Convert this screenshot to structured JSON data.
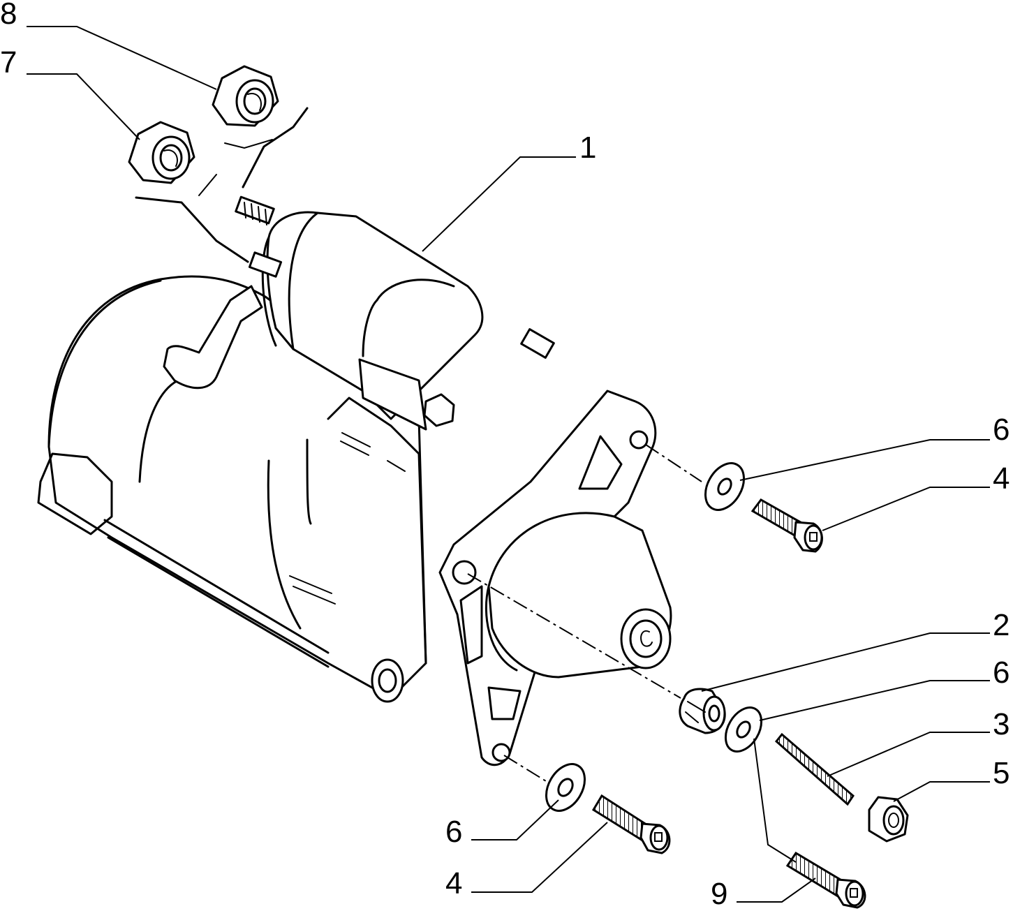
{
  "callouts": [
    {
      "id": "c8",
      "label": "8"
    },
    {
      "id": "c7",
      "label": "7"
    },
    {
      "id": "c1",
      "label": "1"
    },
    {
      "id": "c6a",
      "label": "6"
    },
    {
      "id": "c4a",
      "label": "4"
    },
    {
      "id": "c2",
      "label": "2"
    },
    {
      "id": "c6b",
      "label": "6"
    },
    {
      "id": "c3",
      "label": "3"
    },
    {
      "id": "c5",
      "label": "5"
    },
    {
      "id": "c6c",
      "label": "6"
    },
    {
      "id": "c4b",
      "label": "4"
    },
    {
      "id": "c9",
      "label": "9"
    }
  ]
}
